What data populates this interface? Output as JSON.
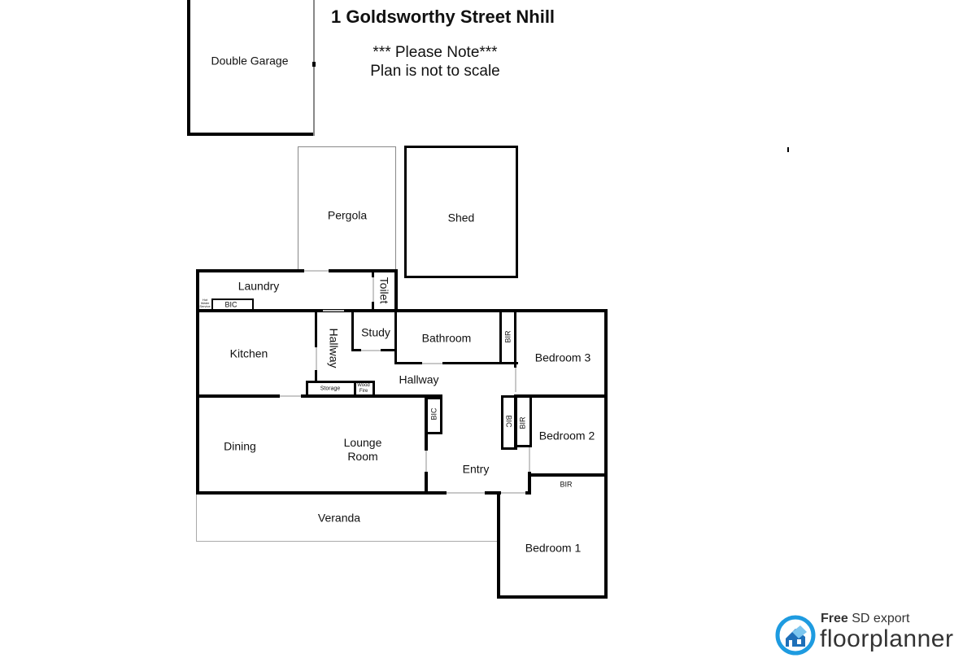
{
  "header": {
    "title": "1 Goldsworthy Street Nhill",
    "note_line1": "*** Please Note***",
    "note_line2": "Plan is not to scale"
  },
  "rooms": {
    "double_garage": "Double Garage",
    "pergola": "Pergola",
    "shed": "Shed",
    "laundry": "Laundry",
    "toilet": "Toilet",
    "laundry_bic": "BIC",
    "hws": "Hot Water Service",
    "kitchen": "Kitchen",
    "hallway_vertical": "Hallway",
    "study": "Study",
    "bathroom": "Bathroom",
    "bathroom_bir": "BIR",
    "bedroom3": "Bedroom 3",
    "hallway": "Hallway",
    "storage": "Storage",
    "wood_fire": "Wood Fire",
    "lounge_bic": "BIC",
    "dining": "Dining",
    "lounge_line1": "Lounge",
    "lounge_line2": "Room",
    "entry_bic": "BIC",
    "bedroom2_bir": "BIR",
    "bedroom2": "Bedroom 2",
    "entry": "Entry",
    "bedroom1_bir": "BIR",
    "veranda": "Veranda",
    "bedroom1": "Bedroom 1"
  },
  "branding": {
    "line1_bold": "Free",
    "line1_rest": " SD export",
    "line2": "floorplanner",
    "accent": "#1e9be0"
  },
  "colors": {
    "wall": "#000000",
    "opening": "#c8c8c8",
    "background": "#ffffff"
  }
}
